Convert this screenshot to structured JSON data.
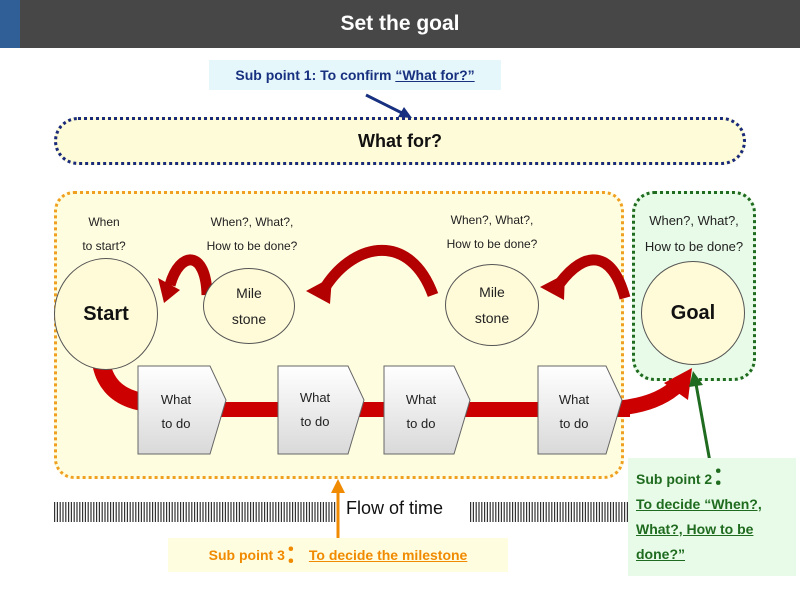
{
  "title": "Set the goal",
  "sub_point_1": {
    "prefix": "Sub point 1: To confirm ",
    "link": "“What for?”"
  },
  "what_for": "What for?",
  "start": {
    "label": "Start",
    "caption_line1": "When",
    "caption_line2": "to start?"
  },
  "milestone_1": {
    "line1": "Mile",
    "line2": "stone",
    "caption_line1": "When?, What?,",
    "caption_line2": "How to be done?"
  },
  "milestone_2": {
    "line1": "Mile",
    "line2": "stone",
    "caption_line1": "When?, What?,",
    "caption_line2": "How to be done?"
  },
  "goal": {
    "label": "Goal",
    "caption_line1": "When?, What?,",
    "caption_line2": "How to be done?"
  },
  "tasks": [
    {
      "line1": "What",
      "line2": "to do"
    },
    {
      "line1": "What",
      "line2": "to do"
    },
    {
      "line1": "What",
      "line2": "to do"
    },
    {
      "line1": "What",
      "line2": "to do"
    }
  ],
  "flow_of_time": "Flow of time",
  "sub_point_3": {
    "prefix": "Sub point 3",
    "colon": "：",
    "link": "To decide the milestone"
  },
  "sub_point_2": {
    "prefix": "Sub point 2",
    "colon": "：",
    "link_line1": "To decide “When?,",
    "link_line2": "What?, How to be",
    "link_line3": "done?”"
  },
  "colors": {
    "title_bar": "#474747",
    "navy": "#17307f",
    "orange": "#f08a00",
    "green": "#1f6b1f",
    "arrow_red": "#cc0000"
  }
}
